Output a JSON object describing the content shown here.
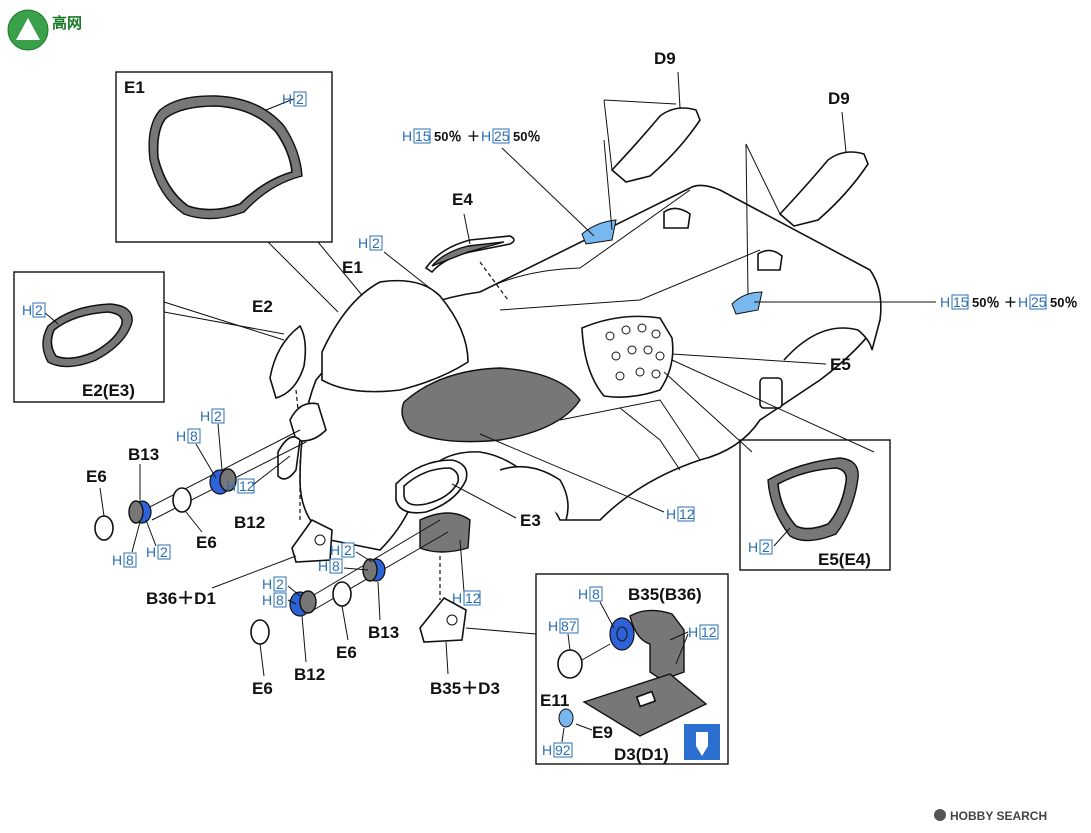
{
  "labels": {
    "e1_inset": "E1",
    "e1_main": "E1",
    "e2": "E2",
    "e2e3": "E2(E3)",
    "e3": "E3",
    "e4": "E4",
    "e5": "E5",
    "e5e4": "E5(E4)",
    "e6_a": "E6",
    "e6_b": "E6",
    "e6_c": "E6",
    "e6_d": "E6",
    "e9": "E9",
    "e11": "E11",
    "d9_a": "D9",
    "d9_b": "D9",
    "b12_a": "B12",
    "b12_b": "B12",
    "b13_a": "B13",
    "b13_b": "B13",
    "b36d1": "B36＋D1",
    "b35d3": "B35＋D3",
    "b35b36": "B35(B36)",
    "d3d1": "D3(D1)"
  },
  "paints": {
    "h": "H",
    "h2": "2",
    "h8": "8",
    "h12": "12",
    "h15": "15",
    "h25": "25",
    "h87": "87",
    "h92": "92",
    "pct50": "50％",
    "plus": "＋"
  },
  "watermark": {
    "logo_text": "高网",
    "site_text": "HOBBY SEARCH"
  },
  "colors": {
    "paint_code_blue": "#2a6fb5",
    "part_blue": "#2e62d9",
    "light_blue": "#78b8ee",
    "part_grey": "#777777"
  }
}
